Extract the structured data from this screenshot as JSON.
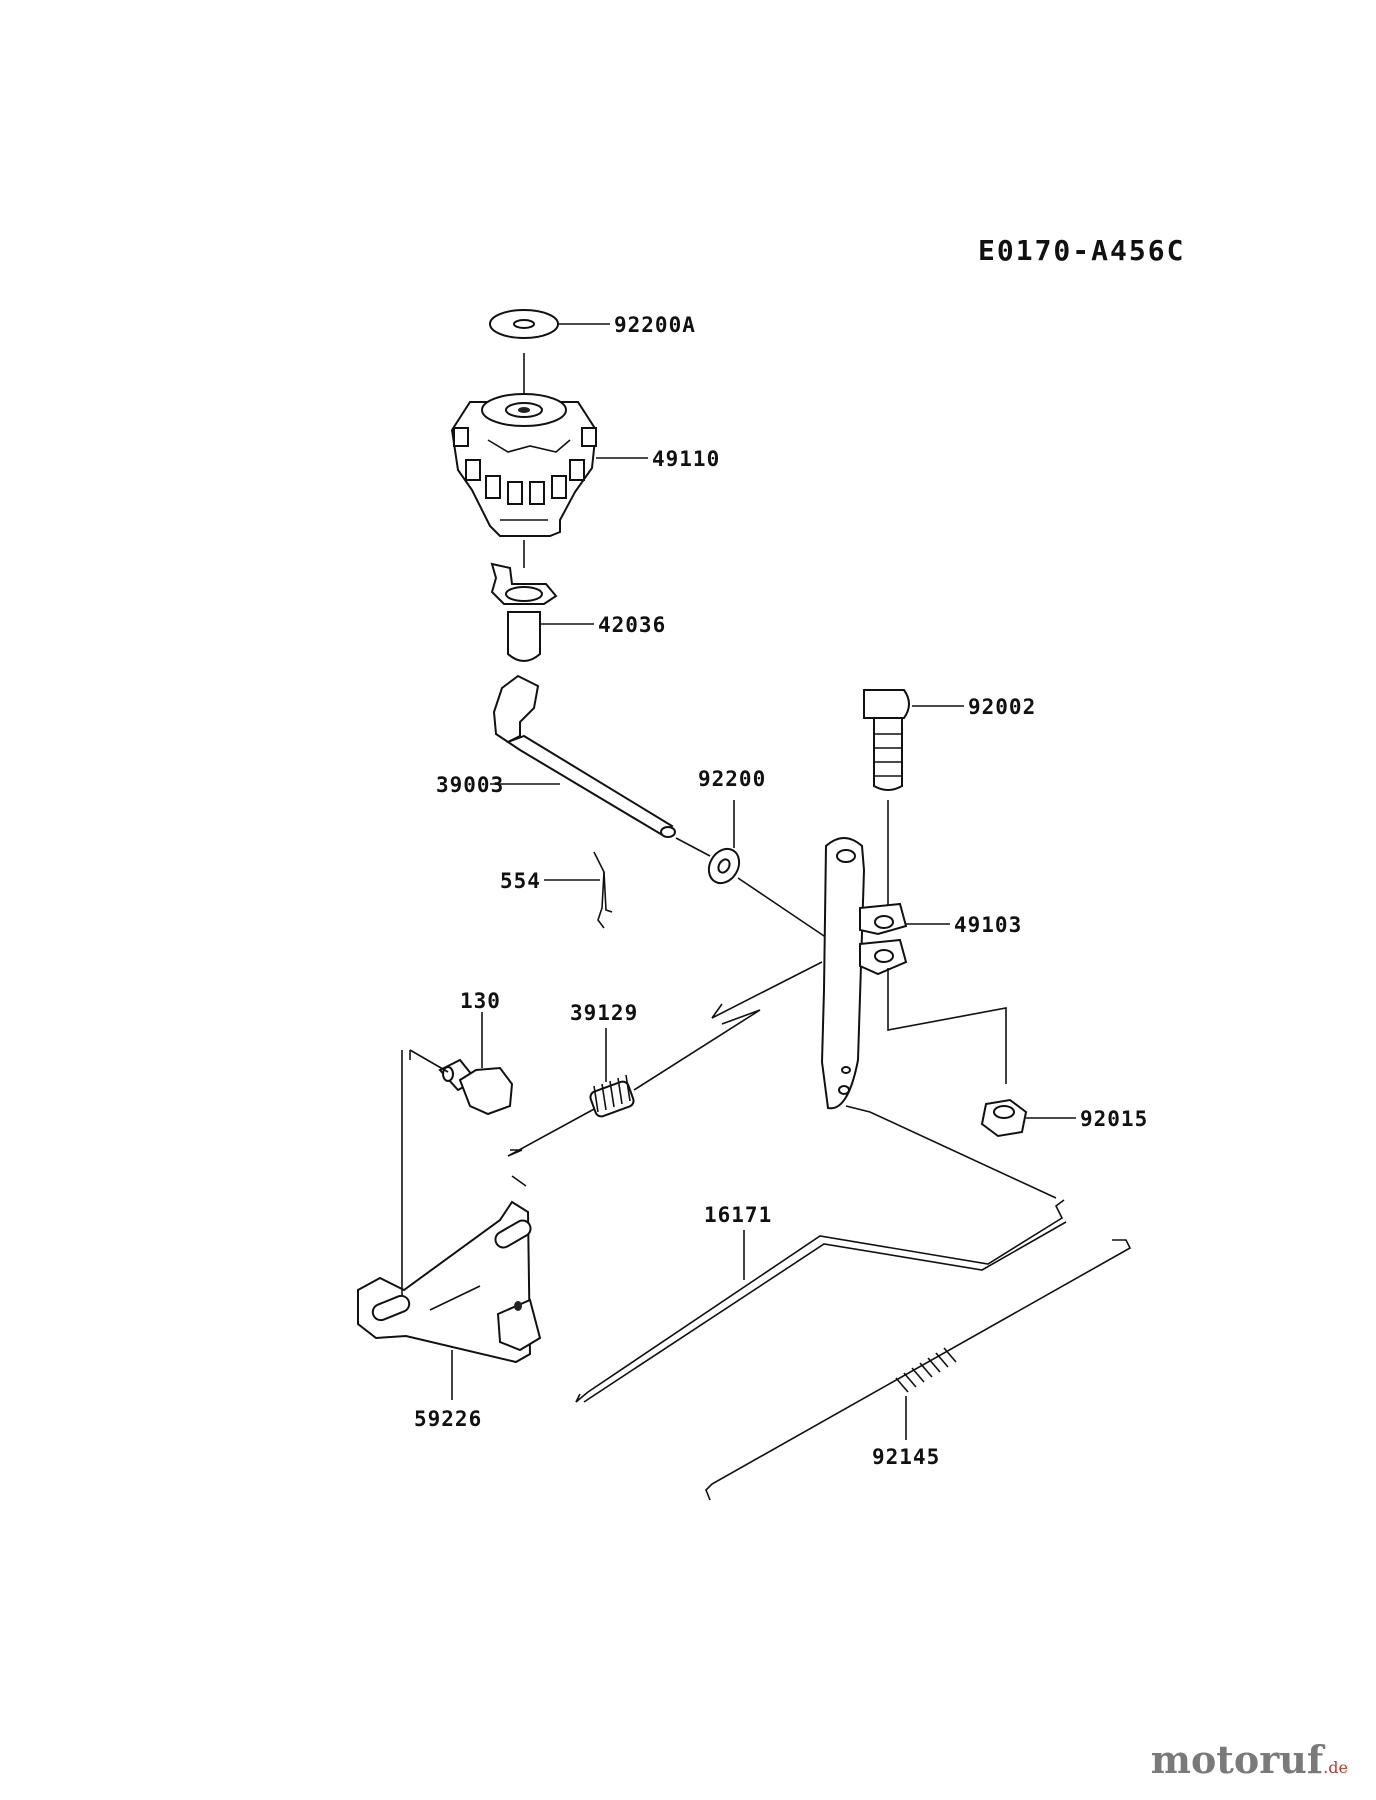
{
  "diagram_code": "E0170-A456C",
  "parts": {
    "p92200A": "92200A",
    "p49110": "49110",
    "p42036": "42036",
    "p92002": "92002",
    "p39003": "39003",
    "p92200": "92200",
    "p554": "554",
    "p49103": "49103",
    "p130": "130",
    "p39129": "39129",
    "p92015": "92015",
    "p16171": "16171",
    "p59226": "59226",
    "p92145": "92145"
  },
  "watermark": {
    "main": "motoruf",
    "tld": ".de"
  }
}
